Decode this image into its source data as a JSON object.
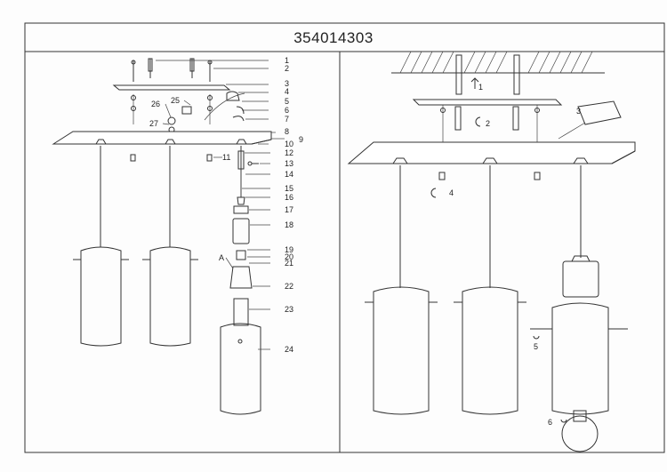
{
  "title": "354014303",
  "left_callouts": [
    "1",
    "2",
    "3",
    "4",
    "5",
    "6",
    "7",
    "8",
    "9",
    "10",
    "11",
    "12",
    "13",
    "14",
    "15",
    "16",
    "17",
    "18",
    "19",
    "20",
    "21",
    "22",
    "23",
    "24",
    "25",
    "26",
    "27"
  ],
  "label_a": "A",
  "right_callouts": [
    "1",
    "2",
    "3",
    "4",
    "5",
    "6"
  ]
}
